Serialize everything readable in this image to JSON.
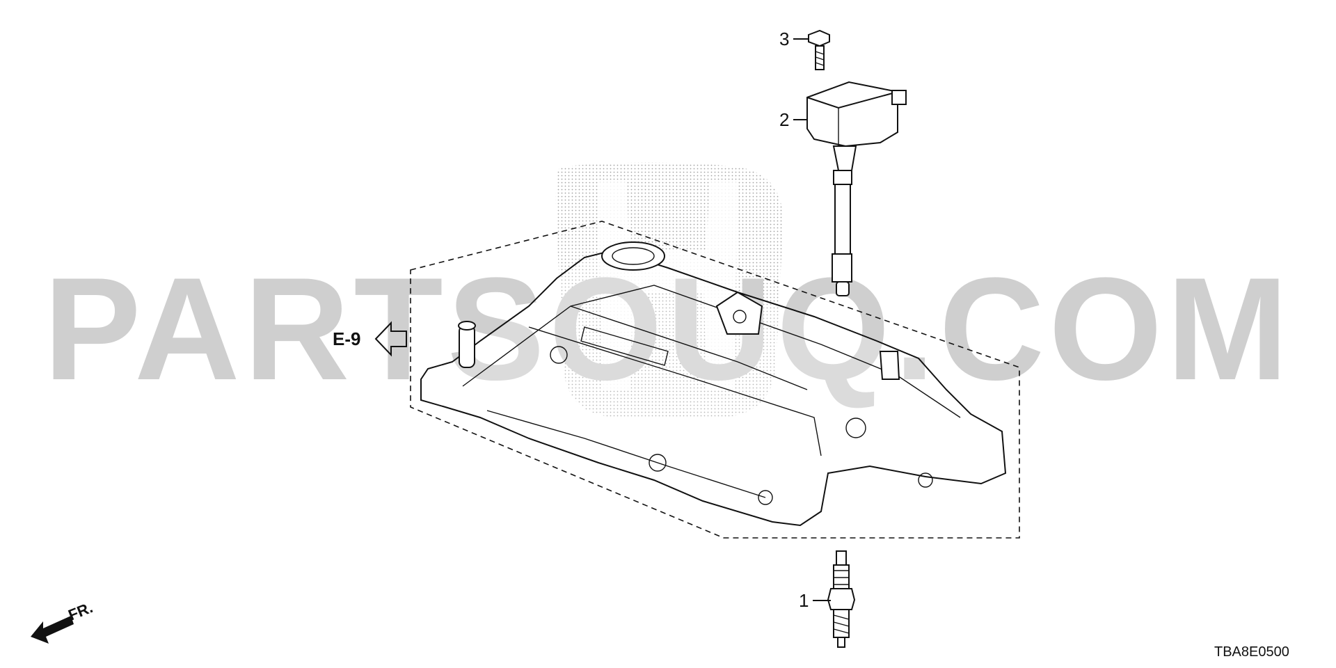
{
  "diagram": {
    "callouts": [
      {
        "id": "1",
        "label": "1"
      },
      {
        "id": "2",
        "label": "2"
      },
      {
        "id": "3",
        "label": "3"
      }
    ],
    "ref_arrow": {
      "label": "E-9"
    },
    "front_marker": {
      "label": "FR."
    },
    "diagram_code": "TBA8E0500",
    "watermark": "PARTSOUQ.COM",
    "brand_logo": "honda-h-logo"
  }
}
